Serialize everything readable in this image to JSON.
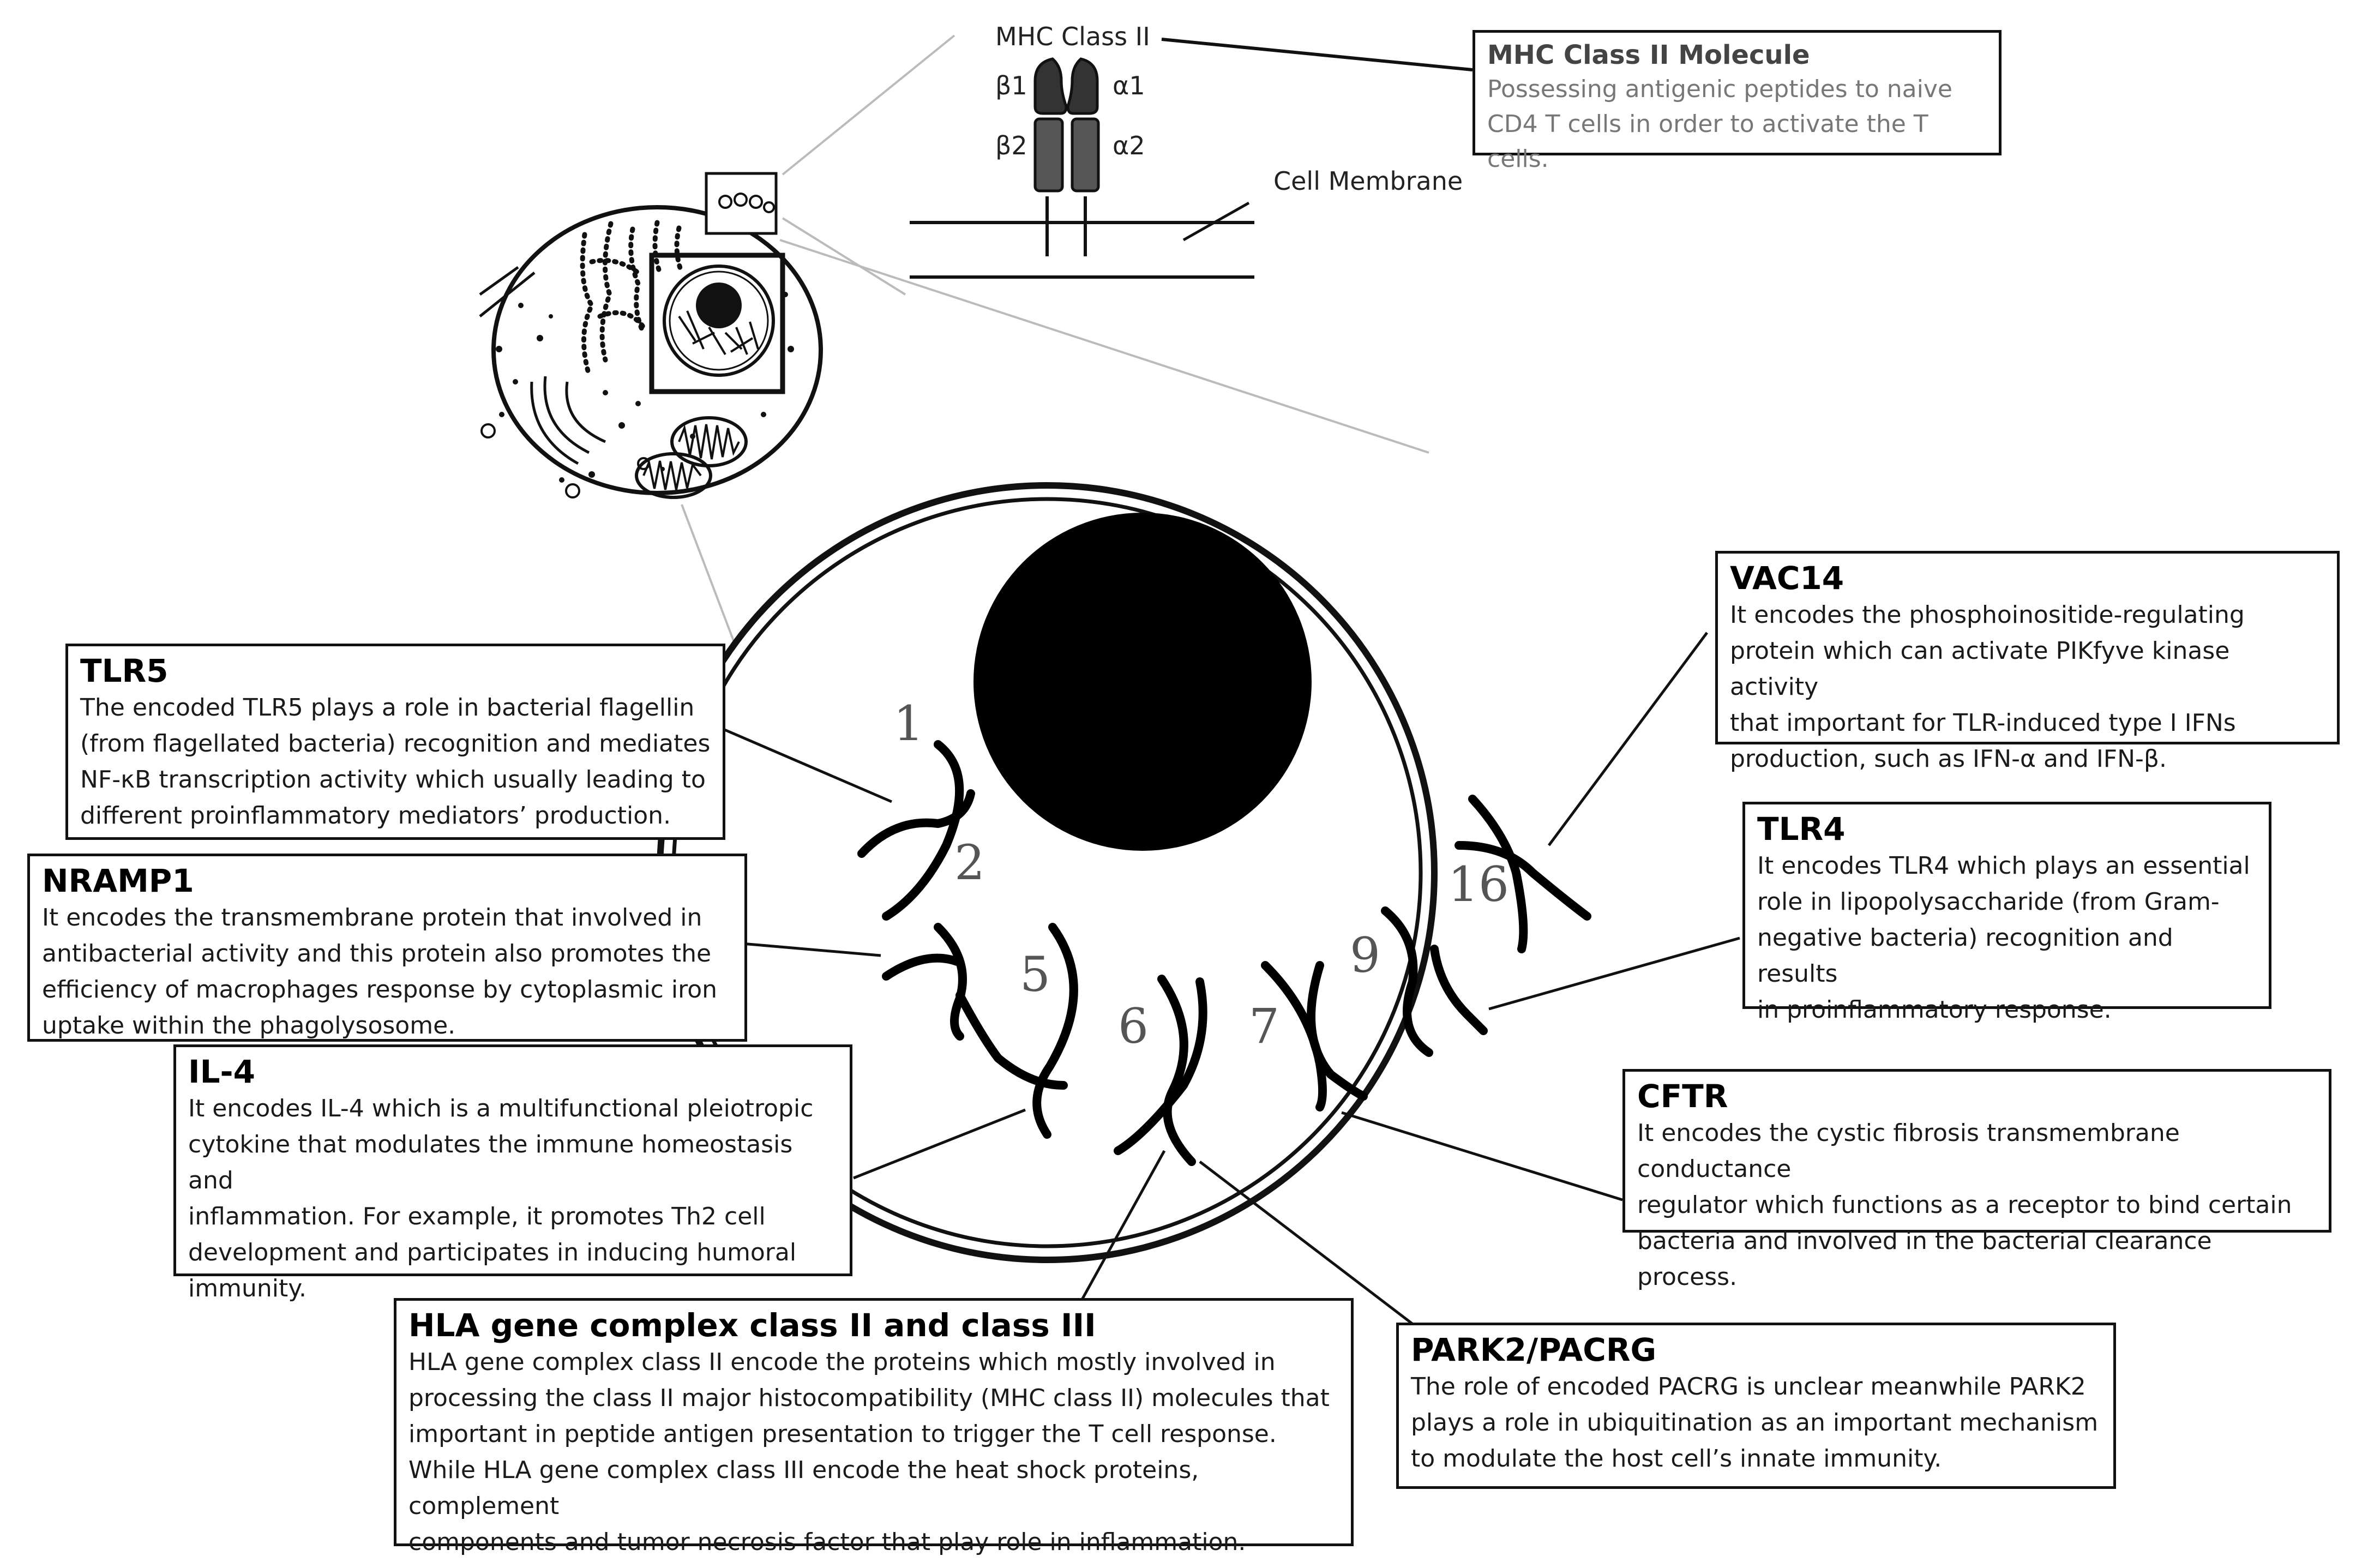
{
  "colors": {
    "ink": "#000000",
    "text": "#1a1a1a",
    "muted": "#777777",
    "guide": "#bbbbbb",
    "protein_fill": "#555555"
  },
  "molecule": {
    "title": "MHC Class II",
    "chain_labels": {
      "b1": "β1",
      "a1": "α1",
      "b2": "β2",
      "a2": "α2"
    },
    "membrane_label": "Cell Membrane"
  },
  "mhc_box": {
    "heading": "MHC Class II Molecule",
    "body": "Possessing antigenic peptides to naive\nCD4 T cells in order to activate the T cells."
  },
  "chromosome_numbers": [
    "1",
    "2",
    "5",
    "6",
    "7",
    "9",
    "16"
  ],
  "genes": {
    "tlr5": {
      "heading": "TLR5",
      "body": "The encoded TLR5 plays a role in bacterial flagellin\n(from flagellated bacteria) recognition and mediates\nNF-κB transcription activity which usually leading to\ndifferent proinflammatory mediators’ production."
    },
    "nramp1": {
      "heading": "NRAMP1",
      "body": "It encodes the transmembrane protein that involved in\nantibacterial activity and this protein also promotes the\nefficiency of macrophages response by cytoplasmic iron\nuptake within the phagolysosome."
    },
    "il4": {
      "heading": "IL-4",
      "body": "It encodes IL-4 which is a multifunctional pleiotropic\ncytokine that modulates the immune homeostasis and\ninflammation. For example, it promotes Th2 cell\n development and participates in inducing humoral\n immunity."
    },
    "hla": {
      "heading": "HLA gene complex class II and class III",
      "body": "HLA gene complex class II encode the proteins which mostly involved in\nprocessing the class II major histocompatibility (MHC class II) molecules that\nimportant in peptide antigen presentation to trigger the T cell response.\nWhile HLA gene complex class III encode the heat shock proteins, complement\ncomponents and tumor necrosis factor that play role in inflammation."
    },
    "park2": {
      "heading": "PARK2/PACRG",
      "body": "The role of encoded PACRG is unclear meanwhile PARK2\nplays a role in ubiquitination as an important mechanism\nto modulate the host cell’s innate immunity."
    },
    "cftr": {
      "heading": "CFTR",
      "body": "It encodes the cystic fibrosis transmembrane conductance\nregulator which functions as a receptor to bind certain\nbacteria and involved in the bacterial clearance process."
    },
    "tlr4": {
      "heading": "TLR4",
      "body": "It encodes TLR4 which plays an essential\nrole in lipopolysaccharide (from Gram-\nnegative bacteria) recognition and results\nin proinflammatory response."
    },
    "vac14": {
      "heading": "VAC14",
      "body": "It encodes the phosphoinositide-regulating\nprotein which can activate PIKfyve kinase activity\nthat important for TLR-induced type I IFNs\nproduction, such as IFN-α and IFN-β."
    }
  }
}
